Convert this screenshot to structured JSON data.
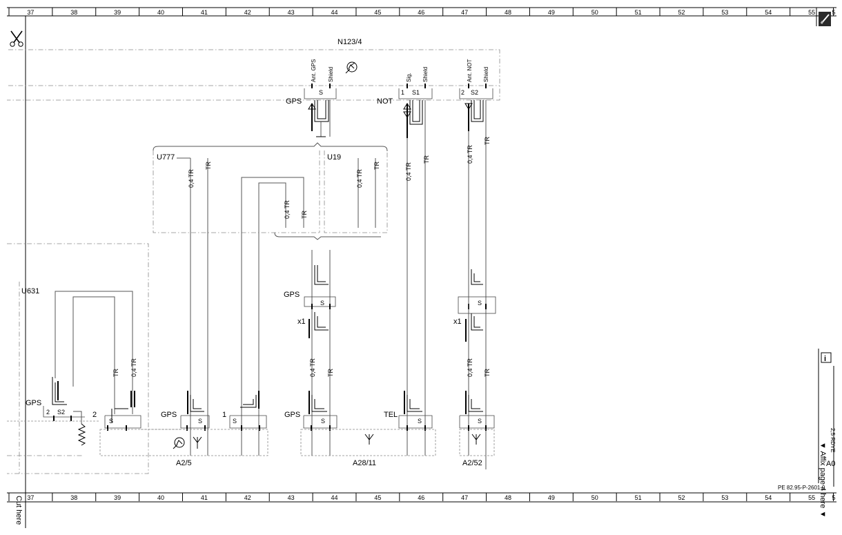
{
  "ruler": {
    "columns": [
      "37",
      "38",
      "39",
      "40",
      "41",
      "42",
      "43",
      "44",
      "45",
      "46",
      "47",
      "48",
      "49",
      "50",
      "51",
      "52",
      "53",
      "54",
      "55",
      "5"
    ]
  },
  "components": {
    "n123": "N123/4",
    "u777": "U777",
    "u19": "U19",
    "u631": "U631",
    "a2_5": "A2/5",
    "a28_11": "A28/11",
    "a2_52": "A2/52"
  },
  "n123_pins": {
    "ant_gps": "Ant. GPS",
    "shield1": "Shield",
    "sig": "Sig.",
    "shield2": "Shield",
    "ant_not": "Ant. NOT",
    "shield3": "Shield",
    "s": "S",
    "one": "1",
    "s1": "S1",
    "two": "2",
    "s2": "S2",
    "gps": "GPS",
    "not": "NOT"
  },
  "wires": {
    "w04tr": "0,4 TR",
    "tr": "TR"
  },
  "connectors": {
    "gps": "GPS",
    "tel": "TEL",
    "x1": "x1",
    "s": "S",
    "s2": "S2",
    "one": "1",
    "two": "2"
  },
  "sidebar": {
    "info_icon": "i",
    "affix": "▼ Affix page 4 here ▼",
    "rdye": "2,5 RDYE",
    "ao": "A0"
  },
  "footer": {
    "doc_ref": "PE 82.95-P-2601-9",
    "cut_here": "Cut here"
  },
  "icons": {
    "scissors": "scissors-icon",
    "pen": "pen-icon",
    "gps_receiver": "gps-receiver-icon",
    "antenna": "antenna-icon",
    "info": "info-icon"
  }
}
